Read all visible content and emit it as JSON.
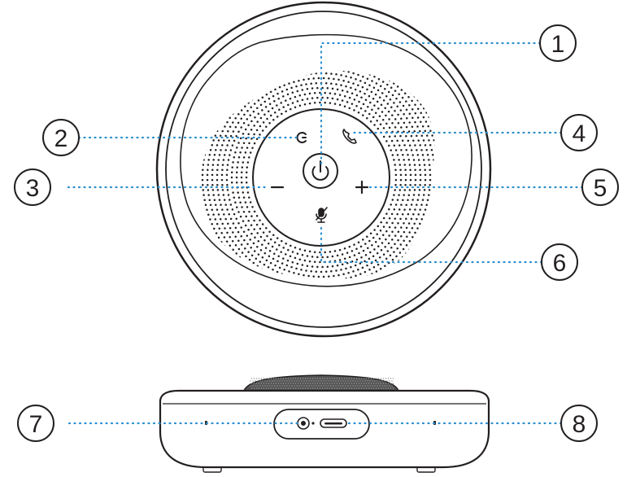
{
  "callouts": [
    {
      "id": "1",
      "label": "1"
    },
    {
      "id": "2",
      "label": "2"
    },
    {
      "id": "3",
      "label": "3"
    },
    {
      "id": "4",
      "label": "4"
    },
    {
      "id": "5",
      "label": "5"
    },
    {
      "id": "6",
      "label": "6"
    },
    {
      "id": "7",
      "label": "7"
    },
    {
      "id": "8",
      "label": "8"
    }
  ],
  "buttons": {
    "power_icon": "power-icon",
    "bluetooth_icon": "bluetooth-pairing-icon",
    "call_icon": "phone-call-icon",
    "volume_down_icon": "minus-icon",
    "volume_up_icon": "plus-icon",
    "mute_icon": "microphone-mute-icon",
    "aux_port_icon": "aux-port-icon",
    "usb_c_port_icon": "usb-c-port-icon"
  },
  "colors": {
    "outline": "#231f20",
    "leader_line": "#2b8fd0",
    "background": "#ffffff"
  }
}
